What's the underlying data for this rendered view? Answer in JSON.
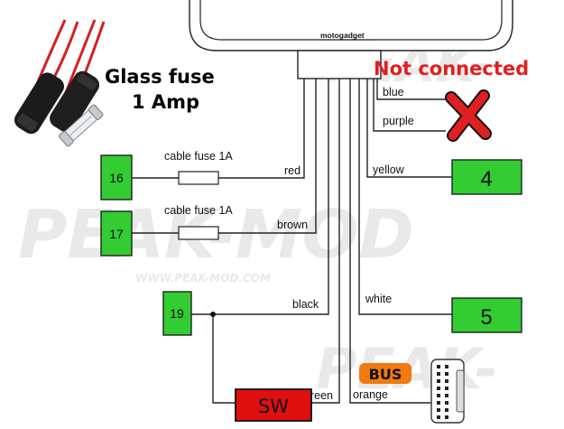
{
  "device": {
    "brand": "motogadget"
  },
  "fuse_info": {
    "line1": "Glass fuse",
    "line2": "1 Amp"
  },
  "not_connected": "Not connected",
  "cable_fuse_label": "cable fuse 1A",
  "wires": {
    "blue": "blue",
    "purple": "purple",
    "red": "red",
    "brown": "brown",
    "yellow": "yellow",
    "black": "black",
    "white": "white",
    "green": "green",
    "orange": "orange"
  },
  "terminals": {
    "t16": "16",
    "t17": "17",
    "t19": "19",
    "t4": "4",
    "t5": "5"
  },
  "sw_label": "SW",
  "bus_label": "BUS",
  "watermark": {
    "main": "PEAK-MOD",
    "url": "WWW.PEAK-MOD.COM",
    "corner": "PEAK-"
  },
  "colors": {
    "terminal_green": "#33cc33",
    "sw_red": "#e01010",
    "bus_orange": "#f07a10",
    "not_connected_red": "#e02020",
    "wire": "#222222"
  }
}
